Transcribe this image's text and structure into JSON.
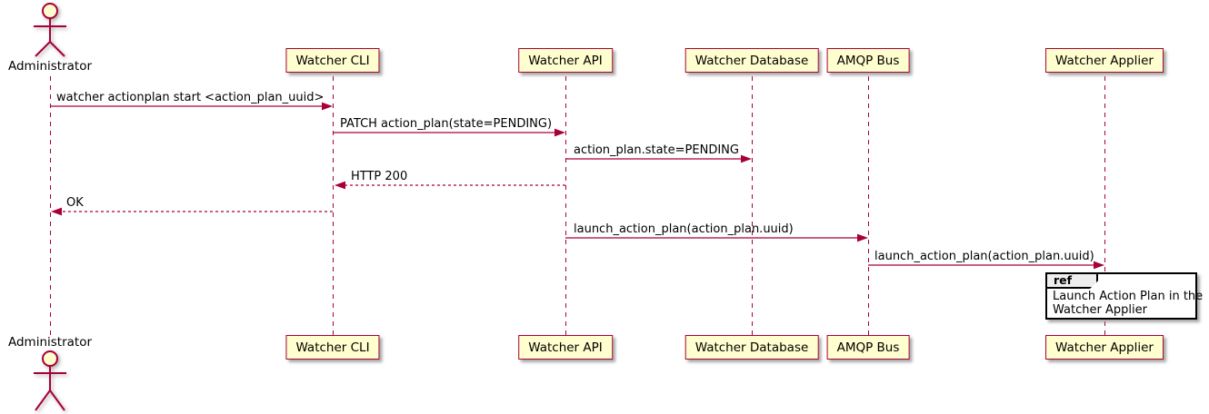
{
  "diagram": {
    "kind": "sequence-diagram",
    "actor": {
      "name": "Administrator"
    },
    "participants": [
      {
        "label": "Watcher CLI"
      },
      {
        "label": "Watcher API"
      },
      {
        "label": "Watcher Database"
      },
      {
        "label": "AMQP Bus"
      },
      {
        "label": "Watcher Applier"
      }
    ],
    "messages": [
      {
        "from": "Administrator",
        "to": "Watcher CLI",
        "text": "watcher actionplan start <action_plan_uuid>",
        "line": "solid"
      },
      {
        "from": "Watcher CLI",
        "to": "Watcher API",
        "text": "PATCH action_plan(state=PENDING)",
        "line": "solid"
      },
      {
        "from": "Watcher API",
        "to": "Watcher Database",
        "text": "action_plan.state=PENDING",
        "line": "solid"
      },
      {
        "from": "Watcher API",
        "to": "Watcher CLI",
        "text": "HTTP 200",
        "line": "dashed"
      },
      {
        "from": "Watcher CLI",
        "to": "Administrator",
        "text": "OK",
        "line": "dashed"
      },
      {
        "from": "Watcher API",
        "to": "AMQP Bus",
        "text": "launch_action_plan(action_plan.uuid)",
        "line": "solid"
      },
      {
        "from": "AMQP Bus",
        "to": "Watcher Applier",
        "text": "launch_action_plan(action_plan.uuid)",
        "line": "solid"
      }
    ],
    "ref": {
      "tag": "ref",
      "line1": "Launch Action Plan in the",
      "line2": "Watcher Applier"
    },
    "colors": {
      "participant_fill": "#FEFECE",
      "stroke": "#A80036",
      "ref_tag_fill": "#EEEEEE",
      "ref_border": "#000000",
      "background": "#FFFFFF"
    }
  }
}
